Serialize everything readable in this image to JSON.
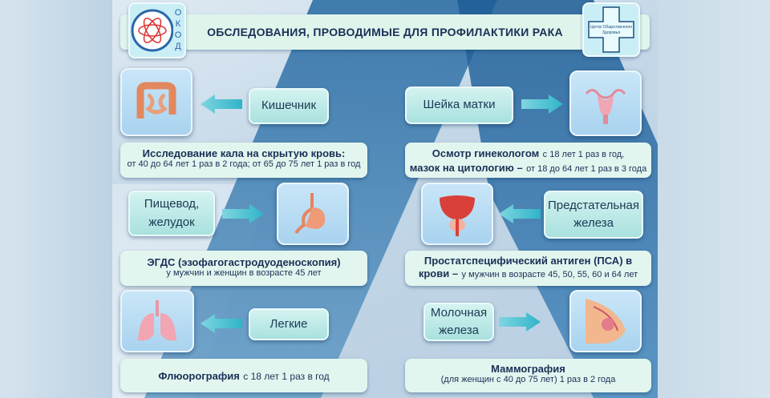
{
  "header": {
    "title": "ОБСЛЕДОВАНИЯ,  ПРОВОДИМЫЕ  ДЛЯ ПРОФИЛАКТИКИ  РАКА",
    "left_logo_text": "ОКОД",
    "right_logo_text": "Центр Общественного Здоровья"
  },
  "items": [
    {
      "organ": "Кишечник",
      "title": "Исследование кала на скрытую кровь:",
      "detail": "от 40 до 64 лет  1 раз в 2 года; от 65 до 75 лет  1 раз в год"
    },
    {
      "organ": "Шейка матки",
      "title": "Осмотр гинекологом",
      "detail": "с 18 лет  1 раз в год,",
      "title2": "мазок на цитологию –",
      "detail2": "от 18 до 64 лет  1 раз в 3 года"
    },
    {
      "organ": "Пищевод, желудок",
      "title": "ЭГДС (эзофагогастродуоденоскопия)",
      "detail": "у мужчин  и женщин  в возрасте 45 лет"
    },
    {
      "organ": "Предстательная железа",
      "title": "Простатспецифический антиген (ПСА) в",
      "title2": "крови –",
      "detail": "у мужчин  в возрасте 45, 50, 55, 60 и 64 лет"
    },
    {
      "organ": "Легкие",
      "title": "Флюорография",
      "detail": "с 18 лет  1 раз в год"
    },
    {
      "organ": "Молочная железа",
      "title": "Маммография",
      "detail": "(для женщин  с 40 до 75 лет)  1 раз в 2 года"
    }
  ]
}
